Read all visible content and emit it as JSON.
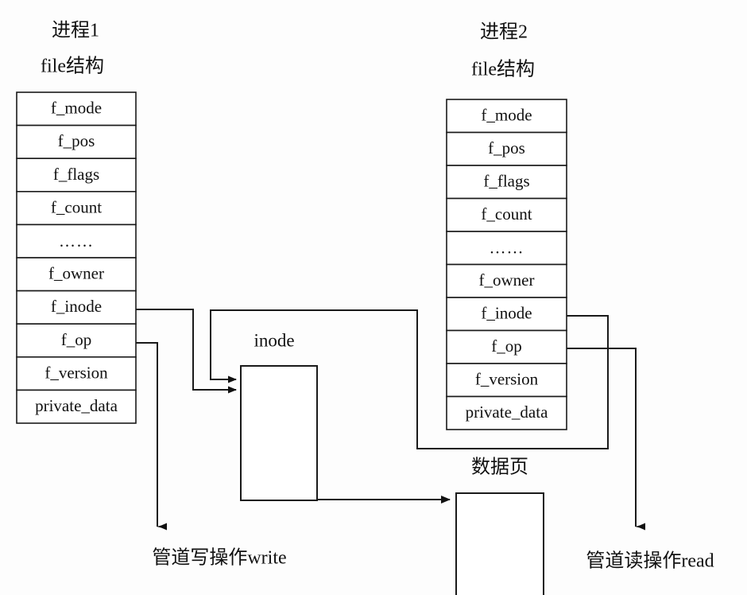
{
  "diagram": {
    "title": "Linux pipe file structure diagram",
    "colors": {
      "background": "#fdfdfd",
      "stroke": "#1a1a1a",
      "fill": "#ffffff",
      "text": "#111111"
    },
    "process_left": {
      "process_title": "进程1",
      "struct_title": "file结构",
      "rows": [
        "f_mode",
        "f_pos",
        "f_flags",
        "f_count",
        "……",
        "f_owner",
        "f_inode",
        "f_op",
        "f_version",
        "private_data"
      ]
    },
    "process_right": {
      "process_title": "进程2",
      "struct_title": "file结构",
      "rows": [
        "f_mode",
        "f_pos",
        "f_flags",
        "f_count",
        "……",
        "f_owner",
        "f_inode",
        "f_op",
        "f_version",
        "private_data"
      ]
    },
    "inode_node": {
      "label": "inode"
    },
    "datapage_node": {
      "label": "数据页"
    },
    "write_op": {
      "label": "管道写操作write"
    },
    "read_op": {
      "label": "管道读操作read"
    }
  }
}
